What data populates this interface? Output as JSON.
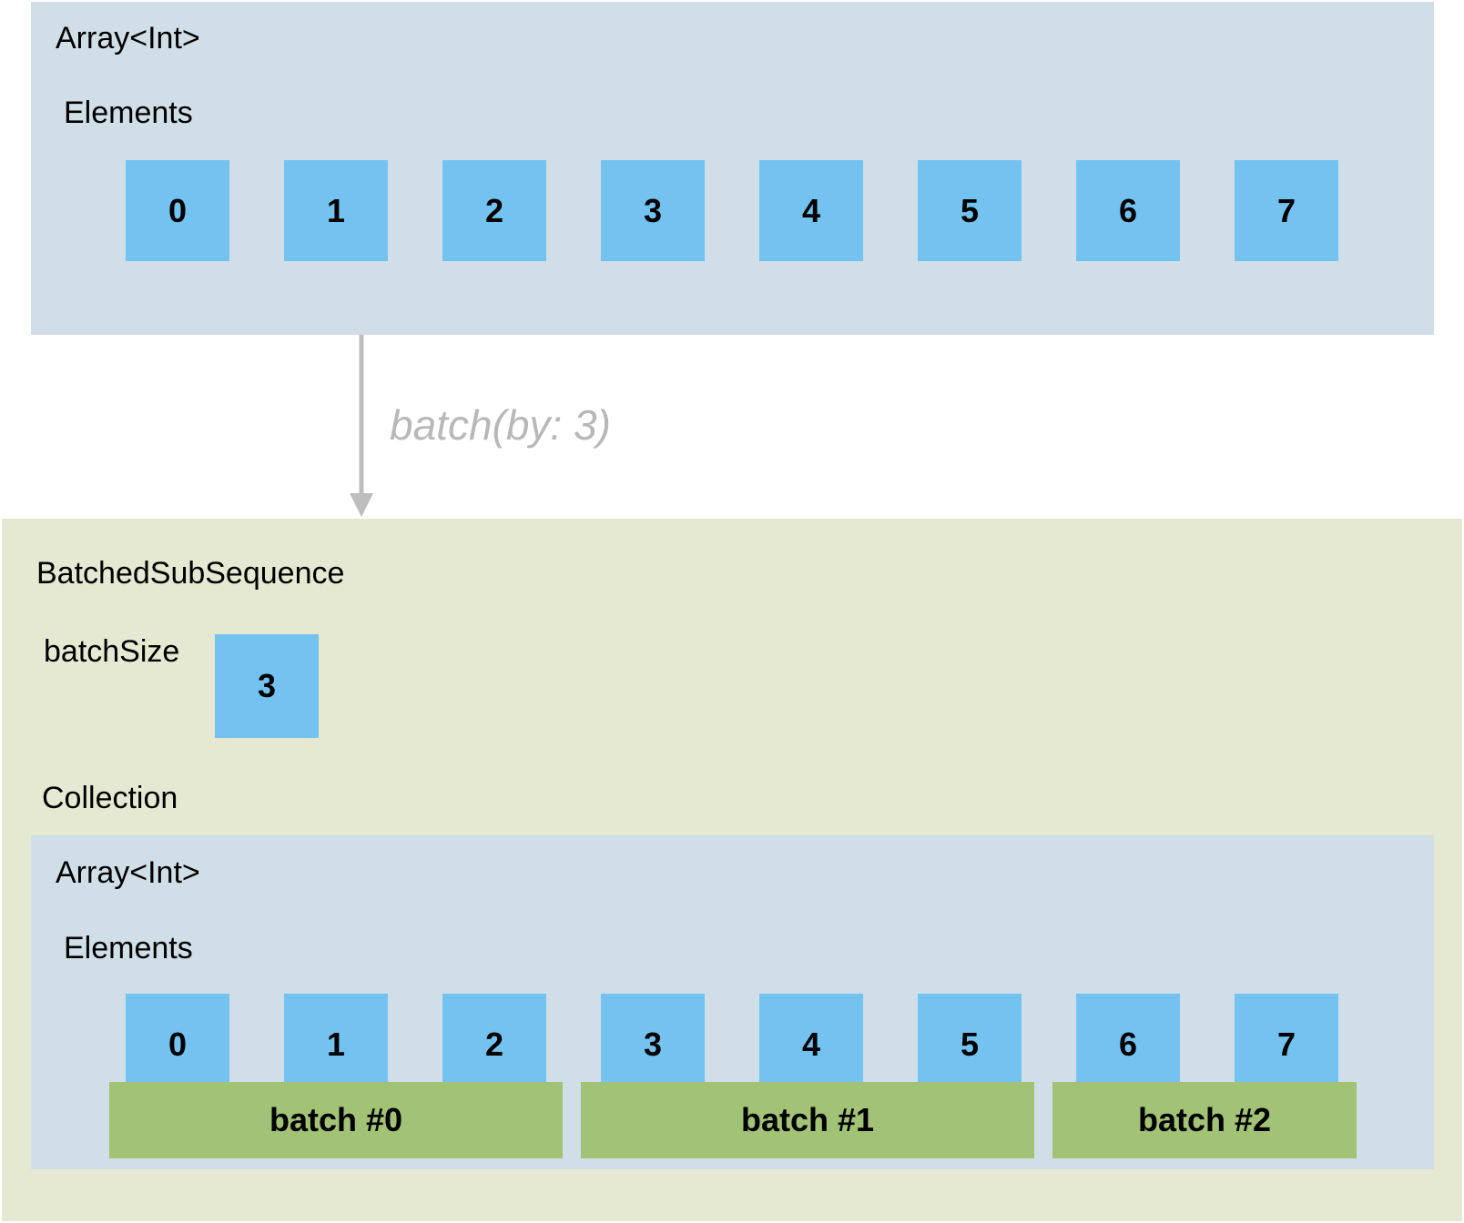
{
  "source": {
    "type_label": "Array<Int>",
    "elements_label": "Elements",
    "elements": [
      "0",
      "1",
      "2",
      "3",
      "4",
      "5",
      "6",
      "7"
    ]
  },
  "operation": "batch(by: 3)",
  "result": {
    "type_label": "BatchedSubSequence",
    "batch_size_label": "batchSize",
    "batch_size_value": "3",
    "collection_label": "Collection",
    "inner": {
      "type_label": "Array<Int>",
      "elements_label": "Elements",
      "elements": [
        "0",
        "1",
        "2",
        "3",
        "4",
        "5",
        "6",
        "7"
      ],
      "batches": [
        "batch #0",
        "batch #1",
        "batch #2"
      ]
    }
  },
  "colors": {
    "array_panel": "#d0dee8",
    "batched_panel": "#e6e9d1",
    "element_cell": "#74c2f0",
    "batch_bar": "#a2c276",
    "arrow": "#bdbdbd",
    "operation_text": "#b8b8b8"
  }
}
